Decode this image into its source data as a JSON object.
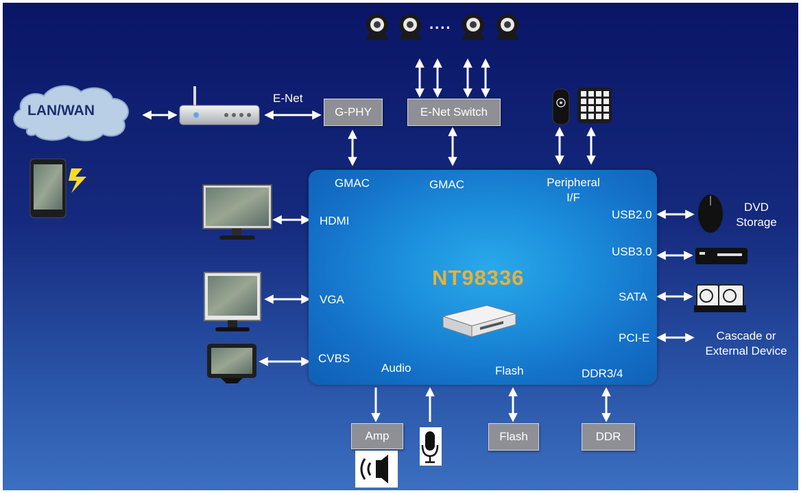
{
  "diagram": {
    "chip_name": "NT98336",
    "network": {
      "cloud_label": "LAN/WAN",
      "enet_label": "E-Net",
      "gphy_label": "G-PHY",
      "switch_label": "E-Net Switch",
      "cameras_ellipsis": "...."
    },
    "chip_ports": {
      "gmac_left": "GMAC",
      "gmac_right": "GMAC",
      "peripheral_line1": "Peripheral",
      "peripheral_line2": "I/F",
      "hdmi": "HDMI",
      "vga": "VGA",
      "cvbs": "CVBS",
      "audio": "Audio",
      "flash": "Flash",
      "ddr": "DDR3/4",
      "usb2": "USB2.0",
      "usb3": "USB3.0",
      "sata": "SATA",
      "pcie": "PCI-E"
    },
    "external": {
      "amp_label": "Amp",
      "flash_box_label": "Flash",
      "ddr_box_label": "DDR",
      "dvd_line1": "DVD",
      "dvd_line2": "Storage",
      "cascade_line1": "Cascade or",
      "cascade_line2": "External Device"
    },
    "icons": [
      "ip-camera-icon",
      "router-icon",
      "cloud-icon",
      "smartphone-icon",
      "lightning-icon",
      "remote-control-icon",
      "keypad-icon",
      "monitor-icon",
      "usb-mouse-icon",
      "dvr-device-icon",
      "hard-disk-icon",
      "speaker-icon",
      "microphone-icon",
      "set-top-box-icon"
    ]
  }
}
